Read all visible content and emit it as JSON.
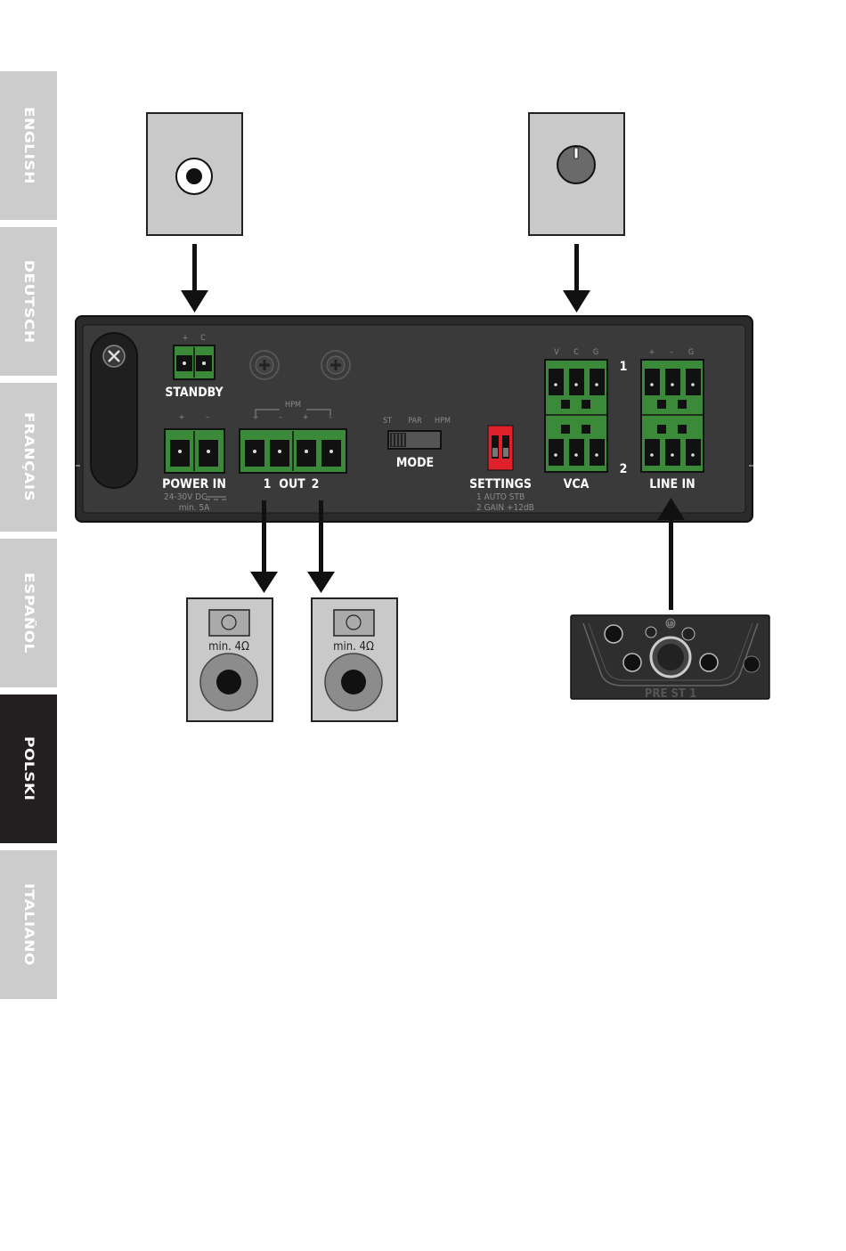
{
  "language_tabs": [
    {
      "label": "ENGLISH",
      "active": false
    },
    {
      "label": "DEUTSCH",
      "active": false
    },
    {
      "label": "FRANÇAIS",
      "active": false
    },
    {
      "label": "ESPAÑOL",
      "active": false
    },
    {
      "label": "POLSKI",
      "active": true
    },
    {
      "label": "ITALIANO",
      "active": false
    }
  ],
  "device": {
    "standby": {
      "label": "STANDBY",
      "pins": [
        "+",
        "C"
      ]
    },
    "power_in": {
      "label": "POWER IN",
      "pins": [
        "+",
        "–"
      ],
      "spec_line1": "24-30V DC",
      "spec_line2": "min. 5A"
    },
    "out": {
      "label_1": "1",
      "label_out": "OUT",
      "label_2": "2",
      "hpm": "HPM",
      "pins": [
        "+",
        "–",
        "+",
        "–"
      ]
    },
    "mode": {
      "label": "MODE",
      "options": [
        "ST",
        "PAR",
        "HPM"
      ]
    },
    "settings": {
      "label": "SETTINGS",
      "line1": "1  AUTO STB",
      "line2": "2  GAIN +12dB"
    },
    "vca": {
      "label": "VCA",
      "pins": [
        "V",
        "C",
        "G"
      ]
    },
    "line_in": {
      "label": "LINE IN",
      "pins": [
        "+",
        "–",
        "G"
      ]
    },
    "channel_1": "1",
    "channel_2": "2"
  },
  "speakers": [
    {
      "label": "min. 4Ω"
    },
    {
      "label": "min. 4Ω"
    }
  ],
  "preamp": {
    "label": "PRE ST 1",
    "logo": "LD"
  },
  "colors": {
    "terminal_green": "#3a8a3a",
    "device_body": "#2d2d2d",
    "tab_inactive": "#cccccc",
    "tab_active": "#231f20",
    "dip_red": "#e0202a"
  }
}
